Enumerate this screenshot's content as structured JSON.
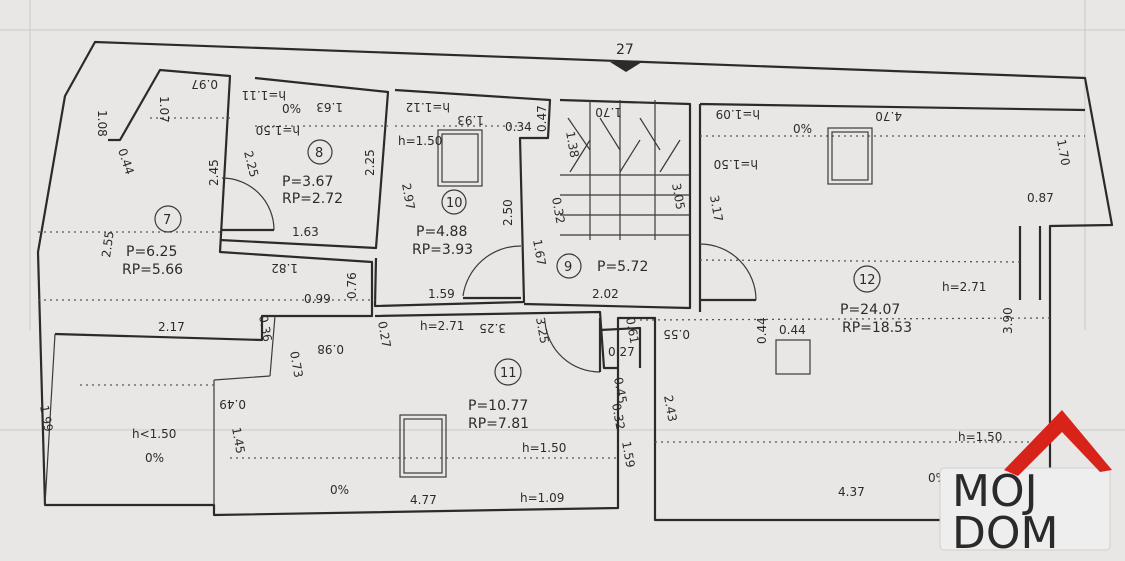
{
  "colors": {
    "paper": "#e9e7e6",
    "ink": "#2b2b2b",
    "logo_red": "#d8231a"
  },
  "marker": {
    "label": "27"
  },
  "logo": {
    "line1": "MOJ",
    "line2": "DOM"
  },
  "rooms": [
    {
      "id": "7",
      "area": "P=6.25",
      "usable": "RP=5.66"
    },
    {
      "id": "8",
      "area": "P=3.67",
      "usable": "RP=2.72"
    },
    {
      "id": "10",
      "area": "P=4.88",
      "usable": "RP=3.93"
    },
    {
      "id": "9",
      "area": "P=5.72",
      "usable": ""
    },
    {
      "id": "11",
      "area": "P=10.77",
      "usable": "RP=7.81"
    },
    {
      "id": "12",
      "area": "P=24.07",
      "usable": "RP=18.53"
    }
  ],
  "dimensions": [
    "1.08",
    "0.97",
    "1.07",
    "0.44",
    "2.45",
    "2.55",
    "1.82",
    "0.76",
    "0.99",
    "2.17",
    "0.36",
    "1.63",
    "h=1.11",
    "0%",
    "h=1.50",
    "2.25",
    "2.25",
    "1.63",
    "1.93",
    "h=1.12",
    "0.47",
    "0.34",
    "h=1.50",
    "2.97",
    "2.50",
    "1.59",
    "1.70",
    "1.38",
    "3.05",
    "0.32",
    "1.67",
    "2.02",
    "h=1.09",
    "0%",
    "4.70",
    "h=1.50",
    "1.70",
    "0.87",
    "3.17",
    "h=2.71",
    "0.44",
    "0.44",
    "0.55",
    "3.90",
    "2.43",
    "h=1.50",
    "4.37",
    "0%",
    "h=2.71",
    "3.25",
    "3.25",
    "0.27",
    "0.98",
    "0.73",
    "0.49",
    "1.45",
    "0.61",
    "0.27",
    "0.45",
    "0.32",
    "1.59",
    "h=1.50",
    "4.77",
    "h=1.09",
    "0%",
    "h<1.50",
    "0%",
    "1.99"
  ]
}
